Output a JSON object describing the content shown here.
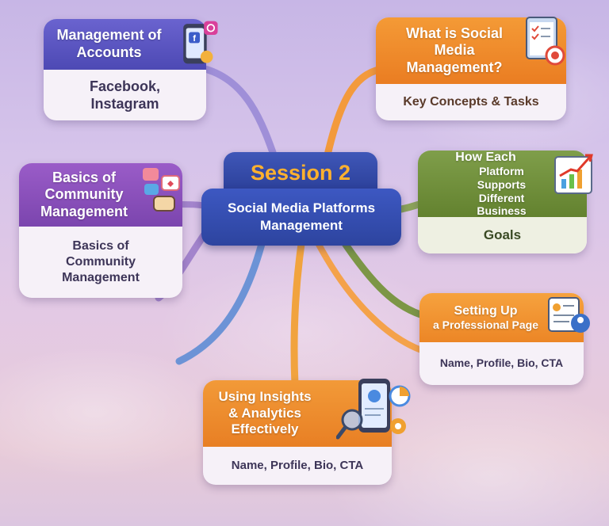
{
  "center": {
    "title": "Session 2",
    "subtitle": "Social Media Platforms Management"
  },
  "nodes": {
    "management_accounts": {
      "title": "Management of Accounts",
      "detail": "Facebook, Instagram",
      "color": "#5a56c4"
    },
    "community": {
      "title": "Basics of Community Management",
      "detail": "Basics of Community Management",
      "color": "#8a52b8"
    },
    "what_is": {
      "title": "What is Social Media Management?",
      "detail": "Key Concepts & Tasks",
      "color": "#f08a2a"
    },
    "platform_support": {
      "title_line1": "How Each",
      "title_line2": "Platform Supports",
      "title_line3": "Different Business",
      "detail": "Goals",
      "color": "#6e8f3c"
    },
    "professional_page": {
      "title_line1": "Setting Up",
      "title_line2": "a Professional Page",
      "detail": "Name, Profile, Bio, CTA",
      "color": "#f0962a"
    },
    "insights": {
      "title": "Using Insights & Analytics Effectively",
      "detail": "Name, Profile, Bio, CTA",
      "color": "#ee8a2c"
    }
  },
  "icons": {
    "social_phone": "phone-with-facebook-instagram-icon",
    "checklist": "clipboard-checklist-target-icon",
    "growth_chart": "growth-chart-icon",
    "chat_bubbles": "chat-bubbles-icon",
    "profile_page": "profile-page-icon",
    "analytics_phone": "phone-magnifier-analytics-icon"
  }
}
